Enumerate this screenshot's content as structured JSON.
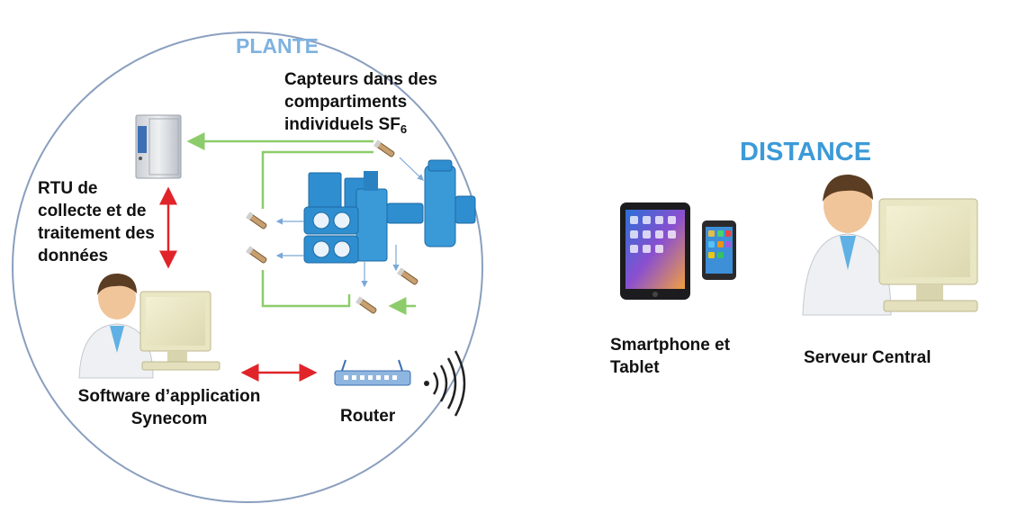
{
  "plant": {
    "title": "PLANTE"
  },
  "distance": {
    "title": "DISTANCE"
  },
  "labels": {
    "sensors_line1": "Capteurs dans des",
    "sensors_line2": "compartiments",
    "sensors_line3": "individuels SF",
    "sensors_sub": "6",
    "rtu_line1": "RTU de",
    "rtu_line2": "collecte et de",
    "rtu_line3": "traitement des",
    "rtu_line4": "données",
    "software_line1": "Software d’application",
    "software_line2": "Synecom",
    "router": "Router",
    "devices_line1": "Smartphone et",
    "devices_line2": "Tablet",
    "server": "Serveur Central"
  },
  "icons": [
    "rtu-cabinet-icon",
    "switchgear-icon",
    "sensor-probe-icon",
    "operator-workstation-icon",
    "router-icon",
    "wireless-signal-icon",
    "tablet-icon",
    "smartphone-icon",
    "central-server-workstation-icon"
  ],
  "colors": {
    "circle": "#8a9fbf",
    "plant_title": "#7fb2df",
    "distance_title": "#3c9ad8",
    "green_link": "#8ccc6a",
    "red_link": "#e0242a",
    "equipment_blue": "#2e8ed0"
  }
}
